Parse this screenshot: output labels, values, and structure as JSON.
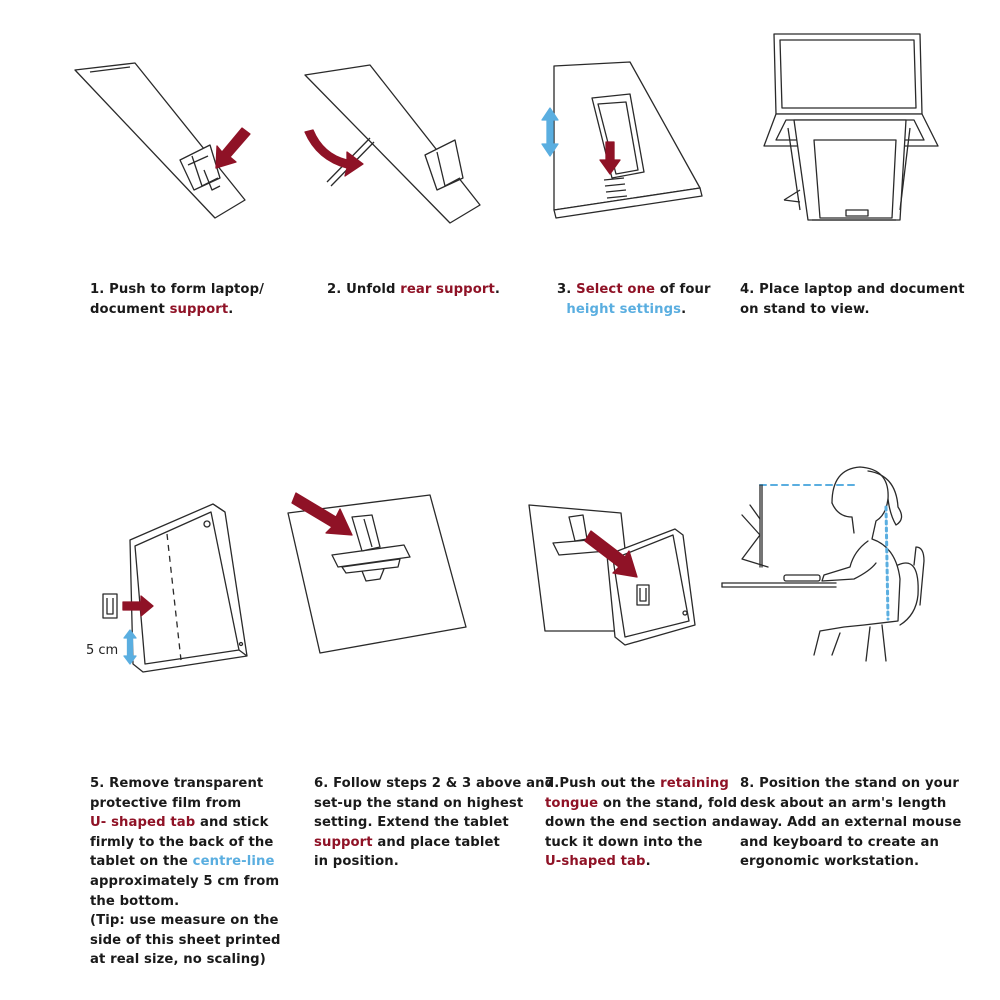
{
  "colors": {
    "accent_red": "#8f1226",
    "accent_blue": "#5aaee0",
    "line": "#2a2a2a"
  },
  "measure_label": "5 cm",
  "steps": [
    {
      "number": "1.",
      "lines": [
        [
          {
            "t": " Push to form laptop/",
            "c": ""
          }
        ],
        [
          {
            "t": "document ",
            "c": ""
          },
          {
            "t": "support",
            "c": "red"
          },
          {
            "t": ".",
            "c": ""
          }
        ]
      ]
    },
    {
      "number": "2.",
      "lines": [
        [
          {
            "t": " Unfold ",
            "c": ""
          },
          {
            "t": "rear support",
            "c": "red"
          },
          {
            "t": ".",
            "c": ""
          }
        ]
      ]
    },
    {
      "number": "3.",
      "lines": [
        [
          {
            "t": " ",
            "c": ""
          },
          {
            "t": "Select one",
            "c": "red"
          },
          {
            "t": " of four",
            "c": ""
          }
        ],
        [
          {
            "t": "  ",
            "c": ""
          },
          {
            "t": "height settings",
            "c": "blue"
          },
          {
            "t": ".",
            "c": ""
          }
        ]
      ]
    },
    {
      "number": "4.",
      "lines": [
        [
          {
            "t": " Place laptop and document",
            "c": ""
          }
        ],
        [
          {
            "t": "on stand to view.",
            "c": ""
          }
        ]
      ]
    },
    {
      "number": "5.",
      "lines": [
        [
          {
            "t": " Remove transparent",
            "c": ""
          }
        ],
        [
          {
            "t": "protective film from",
            "c": ""
          }
        ],
        [
          {
            "t": "U- shaped tab",
            "c": "red"
          },
          {
            "t": " and stick",
            "c": ""
          }
        ],
        [
          {
            "t": "firmly to the back of the",
            "c": ""
          }
        ],
        [
          {
            "t": "tablet on the ",
            "c": ""
          },
          {
            "t": "centre-line",
            "c": "blue"
          }
        ],
        [
          {
            "t": "approximately 5 cm from",
            "c": ""
          }
        ],
        [
          {
            "t": "the bottom.",
            "c": ""
          }
        ],
        [
          {
            "t": "(Tip: use measure on the",
            "c": ""
          }
        ],
        [
          {
            "t": "side of this sheet printed",
            "c": ""
          }
        ],
        [
          {
            "t": "at real size, no scaling)",
            "c": ""
          }
        ]
      ]
    },
    {
      "number": "6.",
      "lines": [
        [
          {
            "t": " Follow steps 2 & 3 above and",
            "c": ""
          }
        ],
        [
          {
            "t": "set-up the stand on highest",
            "c": ""
          }
        ],
        [
          {
            "t": "setting. Extend the tablet",
            "c": ""
          }
        ],
        [
          {
            "t": "support",
            "c": "red"
          },
          {
            "t": " and place tablet",
            "c": ""
          }
        ],
        [
          {
            "t": "in position.",
            "c": ""
          }
        ]
      ]
    },
    {
      "number": "7.",
      "lines": [
        [
          {
            "t": "Push out the ",
            "c": ""
          },
          {
            "t": "retaining",
            "c": "red"
          }
        ],
        [
          {
            "t": "tongue",
            "c": "red"
          },
          {
            "t": " on the stand, fold",
            "c": ""
          }
        ],
        [
          {
            "t": "down the end section and",
            "c": ""
          }
        ],
        [
          {
            "t": "tuck it down into the",
            "c": ""
          }
        ],
        [
          {
            "t": "U-shaped tab",
            "c": "red"
          },
          {
            "t": ".",
            "c": ""
          }
        ]
      ]
    },
    {
      "number": "8.",
      "lines": [
        [
          {
            "t": " Position the stand on your",
            "c": ""
          }
        ],
        [
          {
            "t": "desk about an arm's length",
            "c": ""
          }
        ],
        [
          {
            "t": "away. Add an external mouse",
            "c": ""
          }
        ],
        [
          {
            "t": "and keyboard to create an",
            "c": ""
          }
        ],
        [
          {
            "t": "ergonomic workstation.",
            "c": ""
          }
        ]
      ]
    }
  ]
}
